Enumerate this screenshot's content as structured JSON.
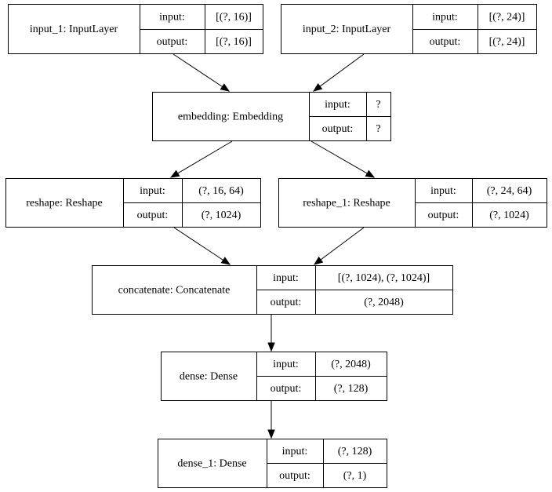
{
  "nodes": [
    {
      "id": "input_1",
      "name": "input_1: InputLayer",
      "input_label": "input:",
      "input_value": "[(?, 16)]",
      "output_label": "output:",
      "output_value": "[(?, 16)]"
    },
    {
      "id": "input_2",
      "name": "input_2: InputLayer",
      "input_label": "input:",
      "input_value": "[(?, 24)]",
      "output_label": "output:",
      "output_value": "[(?, 24)]"
    },
    {
      "id": "embedding",
      "name": "embedding: Embedding",
      "input_label": "input:",
      "input_value": "?",
      "output_label": "output:",
      "output_value": "?"
    },
    {
      "id": "reshape",
      "name": "reshape: Reshape",
      "input_label": "input:",
      "input_value": "(?, 16, 64)",
      "output_label": "output:",
      "output_value": "(?, 1024)"
    },
    {
      "id": "reshape_1",
      "name": "reshape_1: Reshape",
      "input_label": "input:",
      "input_value": "(?, 24, 64)",
      "output_label": "output:",
      "output_value": "(?, 1024)"
    },
    {
      "id": "concatenate",
      "name": "concatenate: Concatenate",
      "input_label": "input:",
      "input_value": "[(?, 1024), (?, 1024)]",
      "output_label": "output:",
      "output_value": "(?, 2048)"
    },
    {
      "id": "dense",
      "name": "dense: Dense",
      "input_label": "input:",
      "input_value": "(?, 2048)",
      "output_label": "output:",
      "output_value": "(?, 128)"
    },
    {
      "id": "dense_1",
      "name": "dense_1: Dense",
      "input_label": "input:",
      "input_value": "(?, 128)",
      "output_label": "output:",
      "output_value": "(?, 1)"
    }
  ],
  "edges": [
    {
      "from": "input_1",
      "to": "embedding"
    },
    {
      "from": "input_2",
      "to": "embedding"
    },
    {
      "from": "embedding",
      "to": "reshape"
    },
    {
      "from": "embedding",
      "to": "reshape_1"
    },
    {
      "from": "reshape",
      "to": "concatenate"
    },
    {
      "from": "reshape_1",
      "to": "concatenate"
    },
    {
      "from": "concatenate",
      "to": "dense"
    },
    {
      "from": "dense",
      "to": "dense_1"
    }
  ]
}
